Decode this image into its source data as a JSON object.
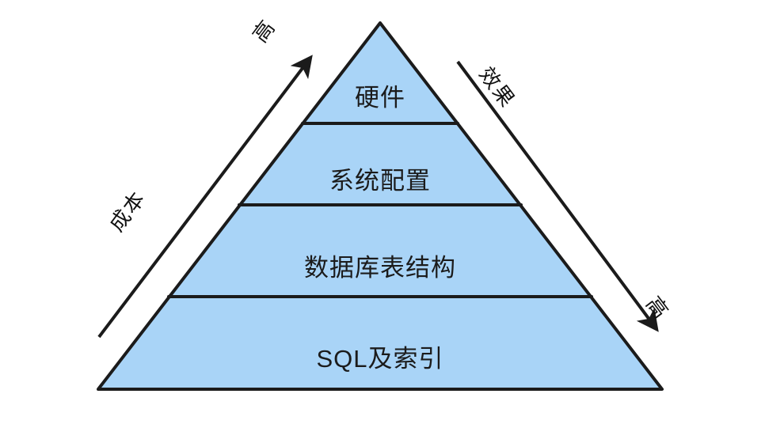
{
  "diagram": {
    "type": "pyramid",
    "shape_name": "database-optimization-pyramid",
    "fill_color": "#a9d4f7",
    "stroke_color": "#1b1b1b",
    "background_color": "#ffffff",
    "layers": [
      {
        "index": 0,
        "position": "top",
        "label": "硬件"
      },
      {
        "index": 1,
        "position": "upper-middle",
        "label": "系统配置"
      },
      {
        "index": 2,
        "position": "lower-middle",
        "label": "数据库表结构"
      },
      {
        "index": 3,
        "position": "bottom",
        "label": "SQL及索引"
      }
    ],
    "axes": [
      {
        "name": "cost-axis",
        "side": "left",
        "direction": "upward",
        "title": "成本",
        "endpoint_label": "高"
      },
      {
        "name": "effect-axis",
        "side": "right",
        "direction": "downward",
        "title": "效果",
        "endpoint_label": "高"
      }
    ]
  },
  "chart_data": {
    "type": "pyramid",
    "title": "",
    "categories": [
      "硬件",
      "系统配置",
      "数据库表结构",
      "SQL及索引"
    ],
    "order": "top-to-bottom",
    "annotations": [
      {
        "text": "成本",
        "axis": "left",
        "meaning": "cost increases upward"
      },
      {
        "text": "高",
        "axis": "left",
        "meaning": "high at top"
      },
      {
        "text": "效果",
        "axis": "right",
        "meaning": "effect increases downward"
      },
      {
        "text": "高",
        "axis": "right",
        "meaning": "high at bottom"
      }
    ]
  }
}
